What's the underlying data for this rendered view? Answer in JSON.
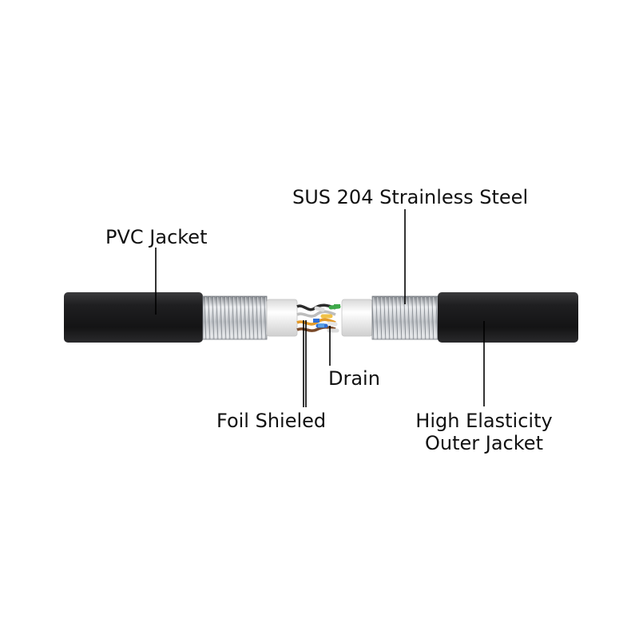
{
  "labels": {
    "sus_steel": "SUS 204 Strainless Steel",
    "pvc_jacket": "PVC Jacket",
    "drain": "Drain",
    "foil_shielded": "Foil Shieled",
    "outer_jacket_line1": "High Elasticity",
    "outer_jacket_line2": "Outer Jacket"
  },
  "colors": {
    "jacket": "#1c1c1e",
    "steel": "#c9ccd0",
    "foil": "#f2f2f2",
    "leader": "#000000",
    "wire_green": "#3faa4b",
    "wire_blue": "#2f6fd6",
    "wire_orange": "#e39a2a",
    "wire_brown": "#7a4a2a"
  }
}
